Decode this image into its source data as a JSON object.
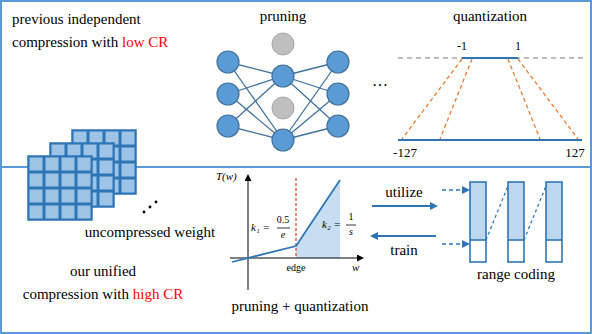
{
  "diagram": {
    "nodes": [
      {
        "text": [
          "previous independent",
          "compression with",
          "low CR"
        ]
      },
      {
        "text": [
          "our unified",
          "compression with",
          "high CR"
        ]
      }
    ],
    "labels": [
      "pruning",
      "quantization",
      "…",
      "-1",
      "1",
      "-127",
      "127",
      "uncompressed weight",
      "T(w)",
      "k₁ =",
      "0.5",
      "e",
      "k₂ =",
      "1",
      "s",
      "edge",
      "w",
      "utilize",
      "train",
      "pruning + quantization",
      "range coding"
    ]
  }
}
